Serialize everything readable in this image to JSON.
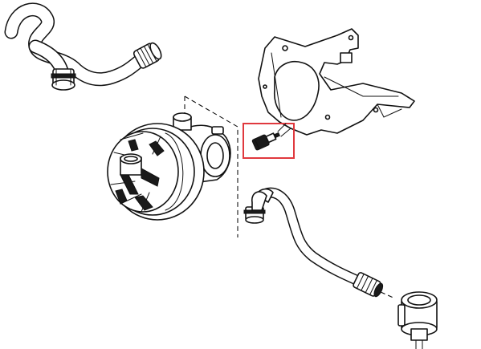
{
  "diagram": {
    "kind": "exploded-parts-drawing",
    "highlight_color": "#e0393e",
    "line_color": "#111111",
    "background": "#ffffff",
    "parts": [
      "upper-hose",
      "mounting-bracket",
      "secondary-air-pump",
      "connector-plug",
      "lower-hose",
      "check-valve"
    ],
    "highlighted_part": "connector-plug"
  }
}
